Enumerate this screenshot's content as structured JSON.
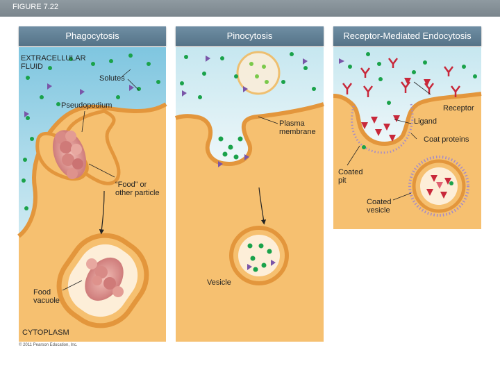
{
  "figure": {
    "title": "FIGURE 7.22",
    "copyright": "© 2011 Pearson Education, Inc."
  },
  "panels": [
    {
      "id": "phagocytosis",
      "title": "Phagocytosis"
    },
    {
      "id": "pinocytosis",
      "title": "Pinocytosis"
    },
    {
      "id": "receptor",
      "title": "Receptor-Mediated Endocytosis"
    }
  ],
  "labels": {
    "extracellular": "EXTRACELLULAR\nFLUID",
    "solutes": "Solutes",
    "pseudopodium": "Pseudopodium",
    "food_particle": "“Food” or\nother particle",
    "food_vacuole": "Food\nvacuole",
    "cytoplasm": "CYTOPLASM",
    "plasma_membrane": "Plasma\nmembrane",
    "vesicle": "Vesicle",
    "receptor": "Receptor",
    "ligand": "Ligand",
    "coat_proteins": "Coat proteins",
    "coated_pit": "Coated\npit",
    "coated_vesicle": "Coated\nvesicle"
  },
  "colors": {
    "fluid": "#9fd3e6",
    "cytoplasm": "#f4b85a",
    "membrane": "#e0923a",
    "vesicle_inner": "#fbeed3",
    "solute_green": "#1aa24a",
    "solute_purple": "#7a55a8",
    "ligand_red": "#c8283a",
    "food_pink": "#d98a8a",
    "coat_purple": "#8a72b8"
  }
}
